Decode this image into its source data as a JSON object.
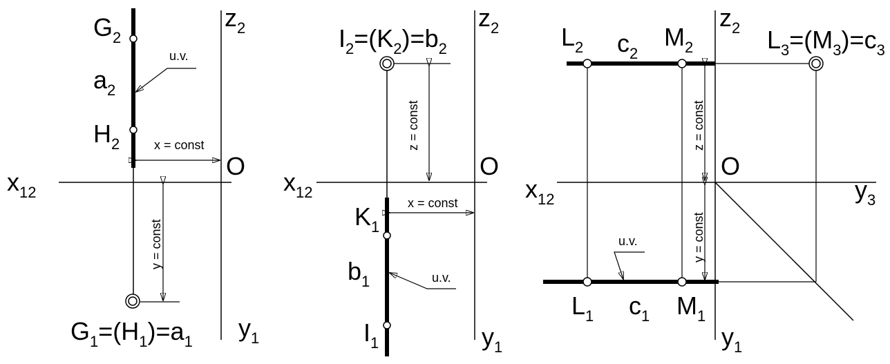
{
  "panel1": {
    "g2_main": "G",
    "g2_sub": "2",
    "a2_main": "a",
    "a2_sub": "2",
    "h2_main": "H",
    "h2_sub": "2",
    "uv": "u.v.",
    "x_const": "x = const",
    "y_const": "y = const",
    "o": "O",
    "x12_main": "x",
    "x12_sub": "12",
    "z2_main": "z",
    "z2_sub": "2",
    "y1_main": "y",
    "y1_sub": "1",
    "bottom": [
      {
        "m": "G",
        "s": "1"
      },
      {
        "m": "=(",
        "s": ""
      },
      {
        "m": "H",
        "s": "1"
      },
      {
        "m": ")=",
        "s": ""
      },
      {
        "m": "a",
        "s": "1"
      }
    ]
  },
  "panel2": {
    "top": [
      {
        "m": "I",
        "s": "2"
      },
      {
        "m": "=(",
        "s": ""
      },
      {
        "m": "K",
        "s": "2"
      },
      {
        "m": ")=",
        "s": ""
      },
      {
        "m": "b",
        "s": "2"
      }
    ],
    "z2_main": "z",
    "z2_sub": "2",
    "z_const": "z = const",
    "o": "O",
    "x12_main": "x",
    "x12_sub": "12",
    "x_const": "x = const",
    "k1_main": "K",
    "k1_sub": "1",
    "b1_main": "b",
    "b1_sub": "1",
    "uv": "u.v.",
    "i1_main": "I",
    "i1_sub": "1",
    "y1_main": "y",
    "y1_sub": "1"
  },
  "panel3": {
    "l2_main": "L",
    "l2_sub": "2",
    "c2_main": "c",
    "c2_sub": "2",
    "m2_main": "M",
    "m2_sub": "2",
    "z2_main": "z",
    "z2_sub": "2",
    "top_right": [
      {
        "m": "L",
        "s": "3"
      },
      {
        "m": "=(",
        "s": ""
      },
      {
        "m": "M",
        "s": "3"
      },
      {
        "m": ")=",
        "s": ""
      },
      {
        "m": "c",
        "s": "3"
      }
    ],
    "z_const": "z = const",
    "o": "O",
    "x12_main": "x",
    "x12_sub": "12",
    "y3_main": "y",
    "y3_sub": "3",
    "uv": "u.v.",
    "y_const": "y = const",
    "l1_main": "L",
    "l1_sub": "1",
    "c1_main": "c",
    "c1_sub": "1",
    "m1_main": "M",
    "m1_sub": "1",
    "y1_main": "y",
    "y1_sub": "1"
  },
  "colors": {
    "ink": "#000000",
    "background": "#ffffff"
  }
}
